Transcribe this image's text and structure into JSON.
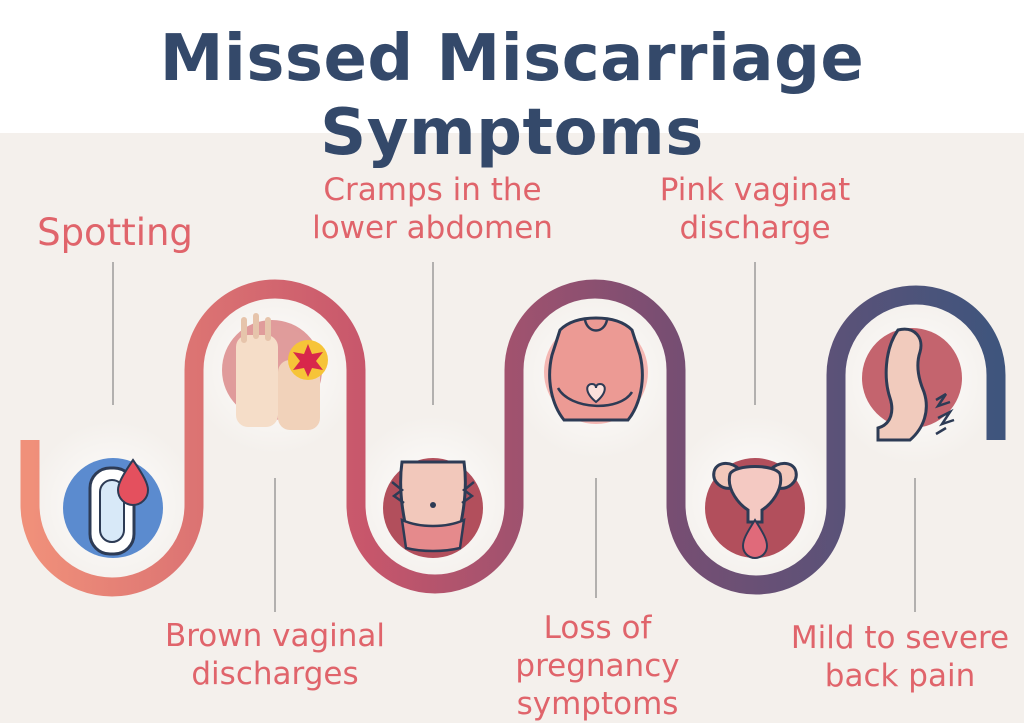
{
  "title": "Missed Miscarriage Symptoms",
  "symptoms": {
    "spotting": {
      "label": "Spotting",
      "icon": "sanitary-pad-icon"
    },
    "cramps": {
      "line1": "Cramps in the",
      "line2": "lower abdomen",
      "icon": "abdominal-cramps-icon"
    },
    "pink": {
      "line1": "Pink vaginat",
      "line2": "discharge",
      "icon": "uterus-drop-icon"
    },
    "brown": {
      "line1": "Brown vaginal",
      "line2": "discharges",
      "icon": "hands-pain-icon"
    },
    "loss": {
      "line1": "Loss of",
      "line2": "pregnancy symptoms",
      "icon": "pregnant-belly-icon"
    },
    "back": {
      "line1": "Mild to severe",
      "line2": "back pain",
      "icon": "back-pain-icon"
    }
  },
  "colors": {
    "title": "#34496a",
    "label": "#e0646b",
    "path_start": "#f0907a",
    "path_mid": "#c7566b",
    "path_end": "#3f557d"
  }
}
